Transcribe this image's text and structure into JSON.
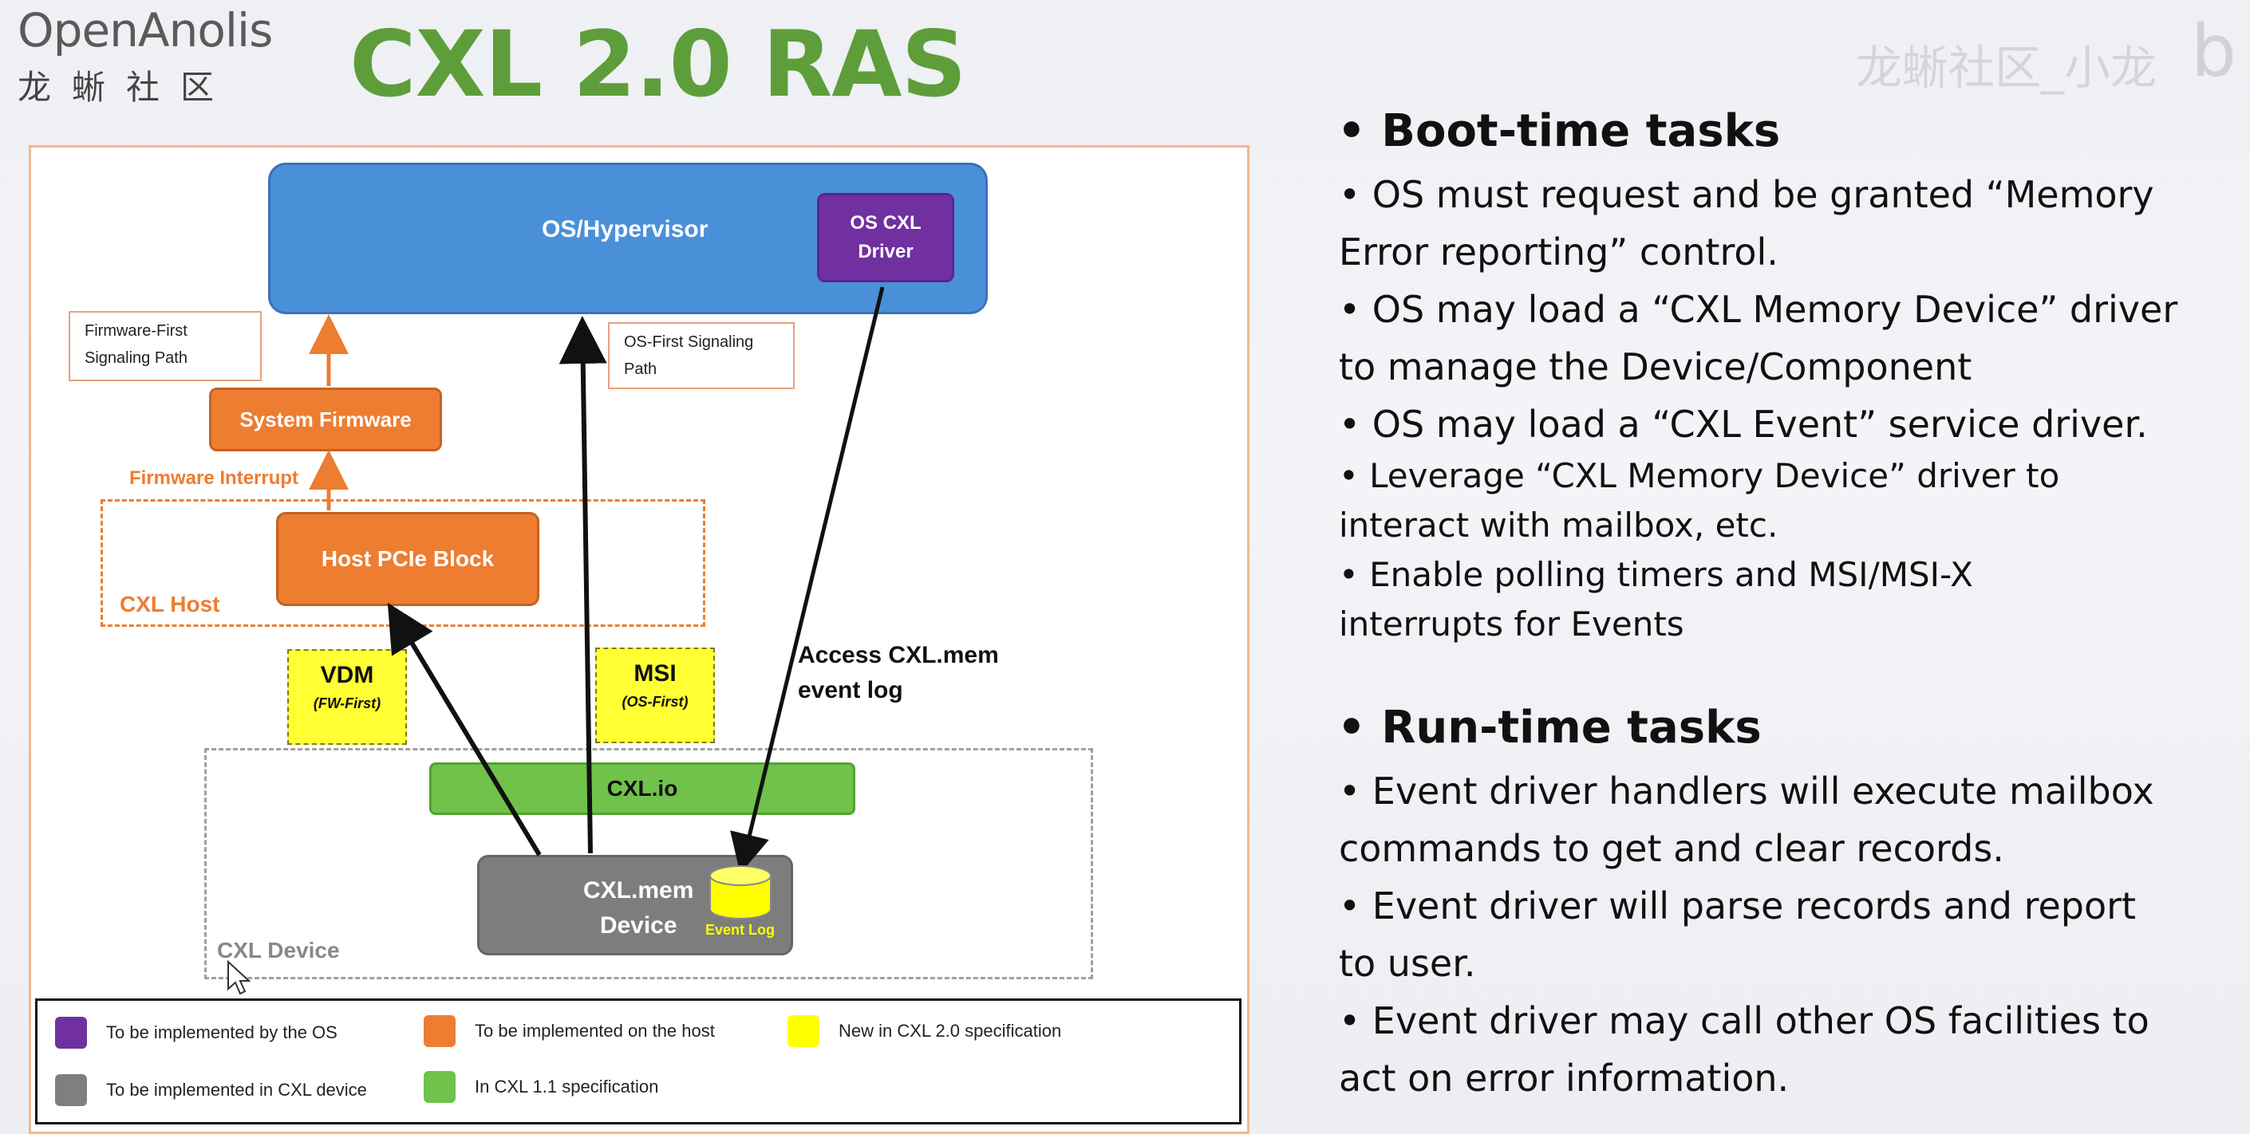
{
  "header": {
    "logo_en": "OpenAnolis",
    "logo_cn": "龙蜥社区",
    "title": "CXL 2.0 RAS",
    "watermark": "龙蜥社区_小龙",
    "watermark_mark": "b"
  },
  "diagram": {
    "os_hypervisor": "OS/Hypervisor",
    "os_cxl_driver_1": "OS CXL",
    "os_cxl_driver_2": "Driver",
    "fw_first_path_1": "Firmware-First",
    "fw_first_path_2": "Signaling Path",
    "os_first_path_1": "OS-First Signaling",
    "os_first_path_2": "Path",
    "system_firmware": "System Firmware",
    "firmware_interrupt": "Firmware Interrupt",
    "host_pcie_block": "Host PCIe Block",
    "cxl_host": "CXL Host",
    "vdm": "VDM",
    "vdm_sub": "(FW-First)",
    "msi": "MSI",
    "msi_sub": "(OS-First)",
    "access_1": "Access CXL.mem",
    "access_2": "event log",
    "cxl_io": "CXL.io",
    "cxl_mem_1": "CXL.mem",
    "cxl_mem_2": "Device",
    "event_log": "Event Log",
    "cxl_device": "CXL Device"
  },
  "legend": [
    {
      "label": "To be implemented by the OS",
      "color": "#7030a0"
    },
    {
      "label": "To be implemented on the host",
      "color": "#ed7d31"
    },
    {
      "label": "New in CXL 2.0 specification",
      "color": "#ffff00"
    },
    {
      "label": "To be implemented in CXL device",
      "color": "#7f7f7f"
    },
    {
      "label": "In CXL 1.1 specification",
      "color": "#70c24a"
    }
  ],
  "boot": {
    "heading": "• Boot-time tasks",
    "l1": "• OS must request and be granted “Memory",
    "l2": "Error reporting” control.",
    "l3": "• OS may load a “CXL Memory Device” driver",
    "l4": "to manage the Device/Component",
    "l5": "• OS may load a “CXL Event” service driver.",
    "l6": "• Leverage “CXL Memory Device” driver to",
    "l7": "interact with mailbox, etc.",
    "l8": "• Enable polling timers and MSI/MSI-X",
    "l9": "interrupts for Events"
  },
  "run": {
    "heading": "• Run-time tasks",
    "l1": "• Event driver handlers will execute mailbox",
    "l2": "commands to get and clear records.",
    "l3": "• Event driver will parse records and report",
    "l4": "to user.",
    "l5": "• Event driver may call other OS facilities to",
    "l6": "act on error information."
  }
}
